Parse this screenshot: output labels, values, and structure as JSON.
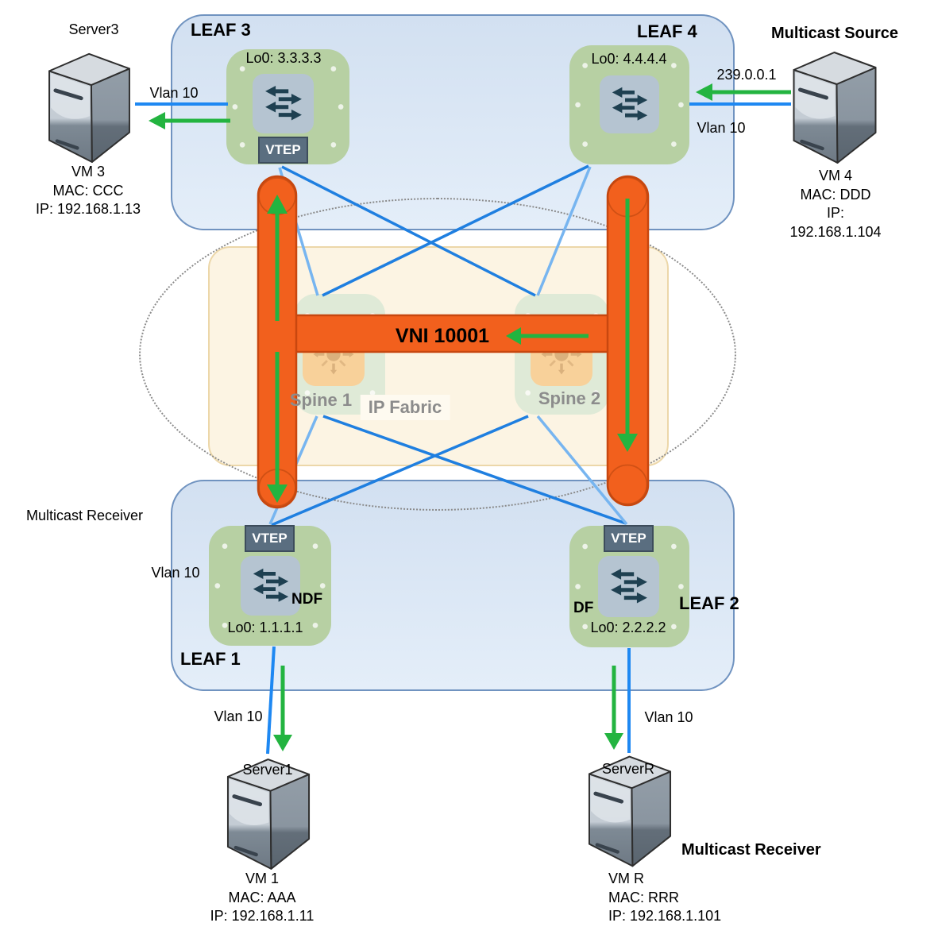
{
  "colors": {
    "pod_blue_fill": "#D9E6F5",
    "pod_blue_stroke": "#7093C0",
    "leaf_green": "#B7D0A3",
    "switch_icon_bg": "#B5C4D1",
    "switch_icon_arrow": "#1E4051",
    "vtep_bg": "#5A6E80",
    "fabric_fill": "#FCF4E3",
    "fabric_stroke": "#ECD7A9",
    "spine_green": "#DBE9D5",
    "spine_orange": "#F8CB8E",
    "tunnel_orange": "#F2601D",
    "tunnel_stroke": "#C8470F",
    "link_blue": "#1E88F2",
    "mesh_dark_blue": "#1F7FE0",
    "mesh_light_blue": "#77B5F0",
    "arrow_green": "#23B440",
    "muted_text": "#8C8C8C"
  },
  "top_left": {
    "server_label": "Server3",
    "vlan": "Vlan 10",
    "vm": [
      "VM 3",
      "MAC: CCC",
      "IP: 192.168.1.13"
    ]
  },
  "top_right": {
    "title": "Multicast Source",
    "vm": [
      "VM 4",
      "MAC: DDD",
      "IP: 192.168.1.104"
    ]
  },
  "pods": {
    "top": {
      "leaf3": {
        "title": "LEAF 3",
        "lo0": "Lo0: 3.3.3.3",
        "vtep": "VTEP"
      },
      "leaf4": {
        "title": "LEAF 4",
        "lo0": "Lo0: 4.4.4.4",
        "mcast_group": "239.0.0.1",
        "vlan": "Vlan 10"
      }
    },
    "bottom": {
      "receiver_label": "Multicast Receiver",
      "leaf1": {
        "title": "LEAF 1",
        "lo0": "Lo0: 1.1.1.1",
        "vtep": "VTEP",
        "role": "NDF",
        "vlan": "Vlan 10",
        "access_vlan": "Vlan 10"
      },
      "leaf2": {
        "title": "LEAF 2",
        "lo0": "Lo0: 2.2.2.2",
        "vtep": "VTEP",
        "role": "DF",
        "access_vlan": "Vlan 10"
      }
    }
  },
  "fabric": {
    "label": "IP Fabric",
    "spine1": "Spine 1",
    "spine2": "Spine 2",
    "vni": "VNI 10001"
  },
  "bottom_left": {
    "server_label": "Server1",
    "vm": [
      "VM 1",
      "MAC: AAA",
      "IP: 192.168.1.11"
    ]
  },
  "bottom_right": {
    "server_label": "ServerR",
    "receiver_label": "Multicast Receiver",
    "vm": [
      "VM R",
      "MAC: RRR",
      "IP: 192.168.1.101"
    ]
  }
}
